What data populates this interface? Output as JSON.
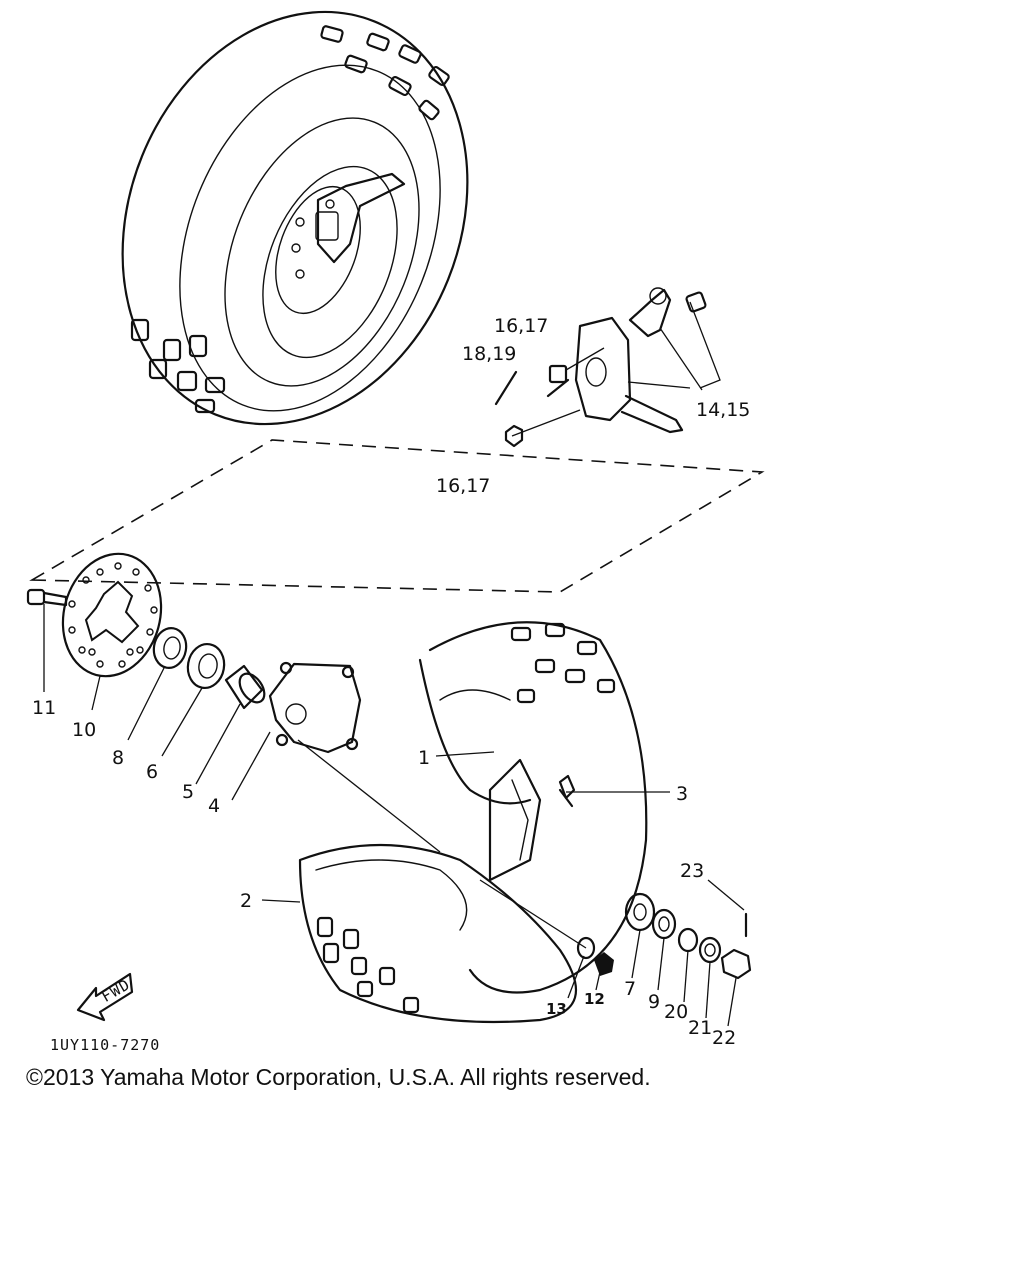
{
  "callouts": {
    "c1": "1",
    "c2": "2",
    "c3": "3",
    "c4": "4",
    "c5": "5",
    "c6": "6",
    "c7": "7",
    "c8": "8",
    "c9": "9",
    "c10": "10",
    "c11": "11",
    "c12": "12",
    "c13": "13",
    "c14_15": "14,15",
    "c16_17_top": "16,17",
    "c16_17_bottom": "16,17",
    "c18_19": "18,19",
    "c20": "20",
    "c21": "21",
    "c22": "22",
    "c23": "23"
  },
  "badge": {
    "fwd": "FWD"
  },
  "drawing_code": "1UY110-7270",
  "copyright": "©2013 Yamaha Motor Corporation, U.S.A. All rights reserved."
}
